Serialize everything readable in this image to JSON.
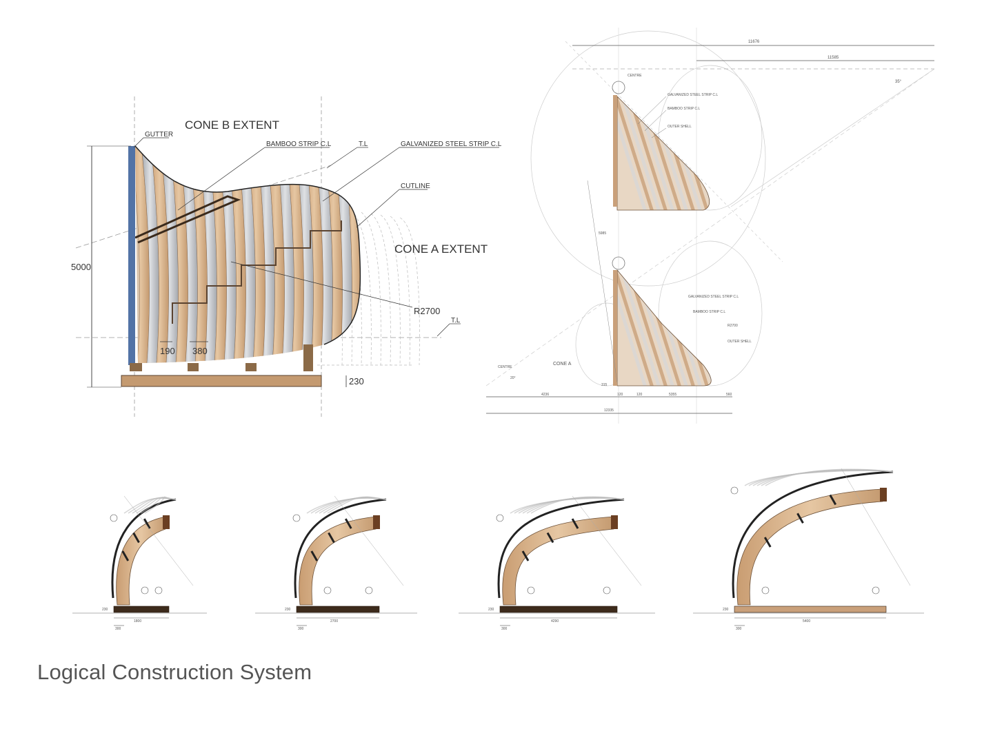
{
  "title": "Logical Construction System",
  "colors": {
    "wood": "#d8b48c",
    "wood_dark": "#b48a60",
    "steel": "#b9bcc2",
    "blue_post": "#5273a6",
    "dark_base": "#3d2b1c",
    "line": "#444444"
  },
  "left_drawing": {
    "labels": {
      "cone_b": "CONE B EXTENT",
      "cone_a": "CONE A EXTENT",
      "gutter": "GUTTER",
      "bamboo": "BAMBOO STRIP C.L",
      "tl_top": "T.L",
      "galv": "GALVANIZED STEEL STRIP C.L",
      "cutline": "CUTLINE",
      "radius": "R2700",
      "tl_bottom": "T.L"
    },
    "dims": {
      "height": "5000",
      "d190": "190",
      "d380": "380",
      "d230": "230"
    }
  },
  "right_drawing": {
    "dims": {
      "top_total": "11676",
      "top_sub": "11585",
      "bottom_total": "12335",
      "seg1": "4236",
      "seg2": "120",
      "seg3": "120",
      "seg4": "5355",
      "seg5": "560",
      "mid": "5985",
      "angle": "35°",
      "angle2": "20°",
      "cone_a": "CONE A",
      "r315": "315"
    },
    "labels": {
      "center": "CENTRE",
      "galv": "GALVANIZED STEEL STRIP C.L",
      "bamboo": "BAMBOO STRIP C.L",
      "outer": "OUTER SHELL",
      "galv2": "GALVANIZED STEEL STRIP C.L",
      "bamboo2": "BAMBOO STRIP C.L",
      "r2700": "R2700",
      "outer2": "OUTER SHELL",
      "center2": "CENTRE"
    }
  },
  "sections": [
    {
      "width": "1800",
      "base": "300",
      "h": "230"
    },
    {
      "width": "2700",
      "base": "300",
      "h": "230"
    },
    {
      "width": "4290",
      "base": "300",
      "h": "230"
    },
    {
      "width": "5400",
      "base": "300",
      "h": "230"
    }
  ]
}
